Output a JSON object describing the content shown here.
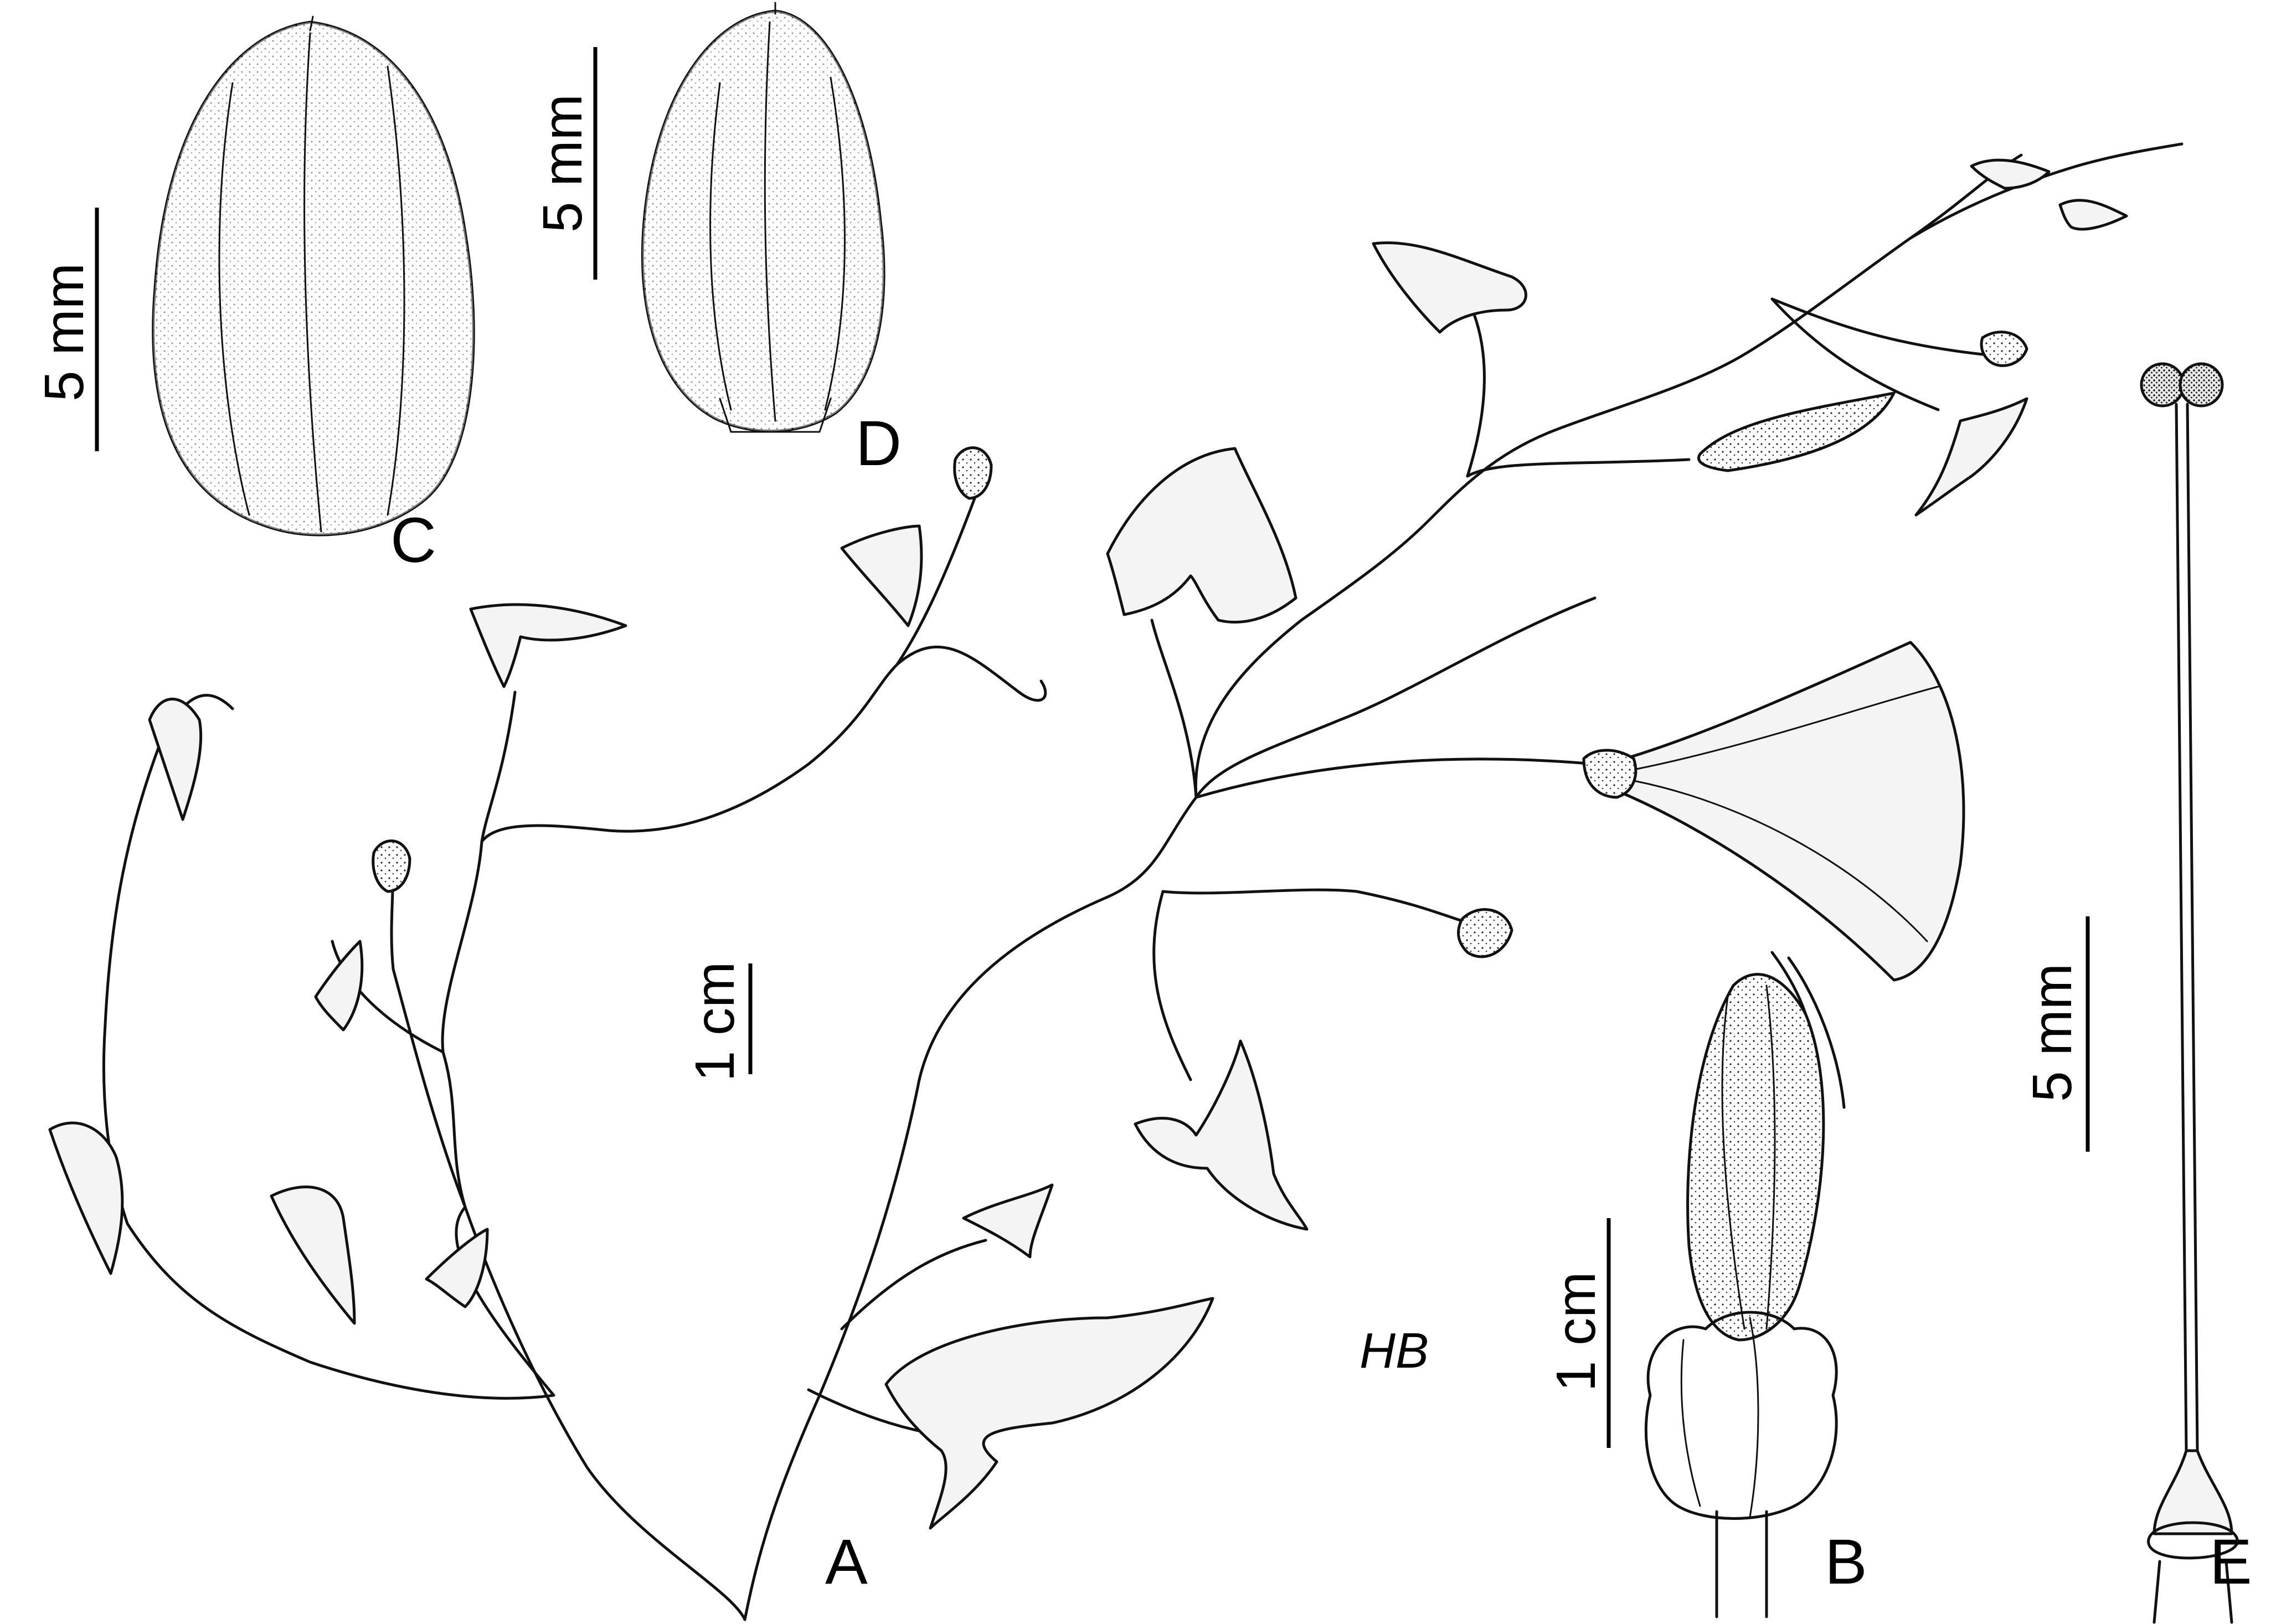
{
  "panels": {
    "A": "A",
    "B": "B",
    "C": "C",
    "D": "D",
    "E": "E"
  },
  "scale_bars": {
    "C": "5 mm",
    "D": "5 mm",
    "A": "1 cm",
    "B": "1 cm",
    "E": "5 mm"
  },
  "signature": "HB"
}
